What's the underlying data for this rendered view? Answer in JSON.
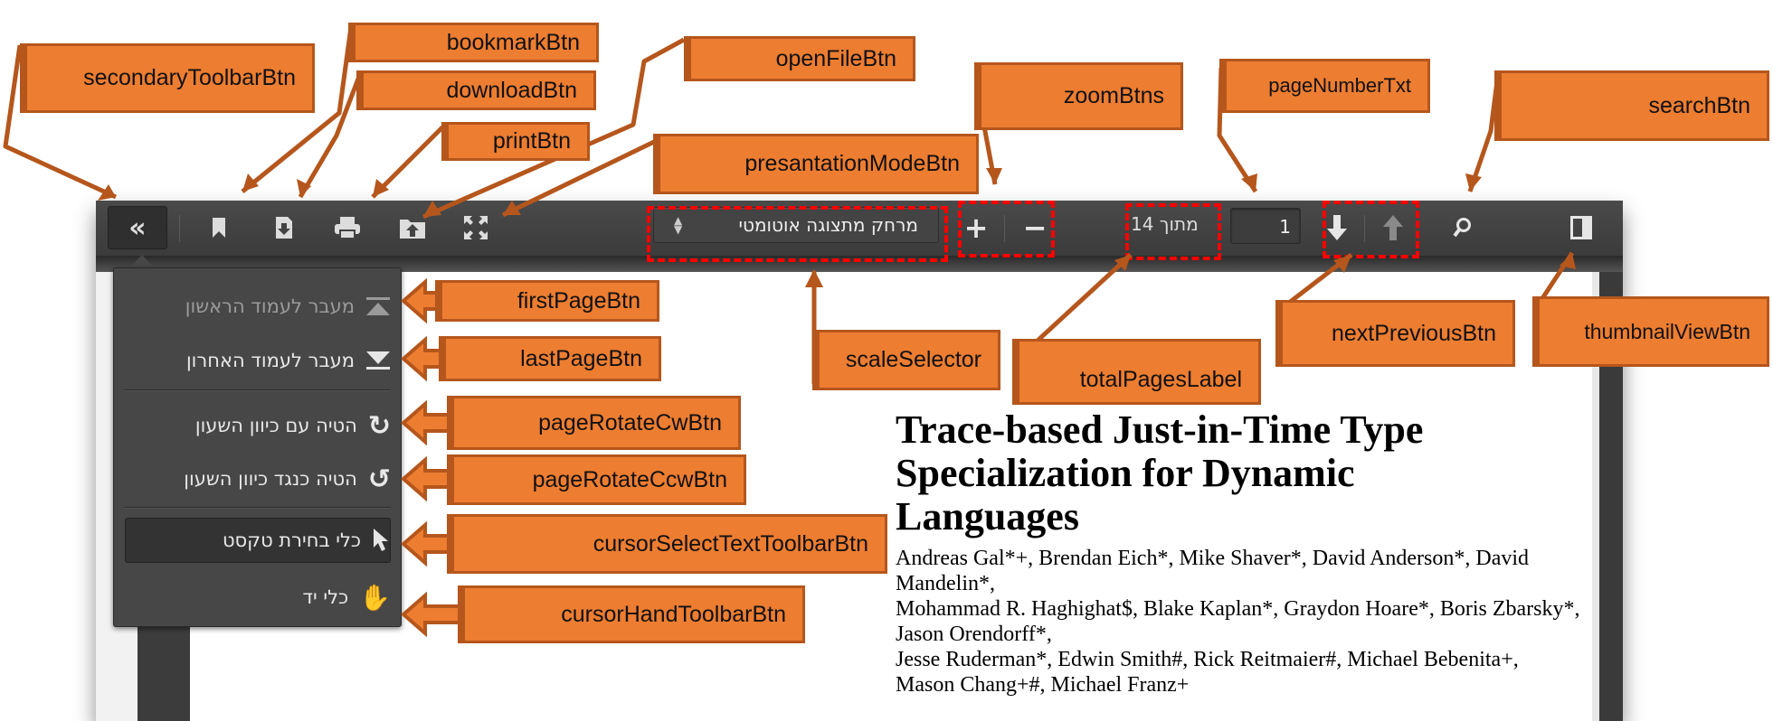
{
  "toolbar": {
    "secondary_toolbar_glyph": "«",
    "scale_value": "מרחק מתצוגה אוטומטי",
    "zoom_in": "+",
    "zoom_out": "−",
    "total_pages": "מתוך 14",
    "page_number": "1"
  },
  "menu": {
    "items": [
      {
        "label": "מעבר לעמוד הראשון",
        "icon": "first-page-icon"
      },
      {
        "label": "מעבר לעמוד האחרון",
        "icon": "last-page-icon"
      },
      {
        "label": "הטיה עם כיוון השעון",
        "icon": "rotate-cw-icon"
      },
      {
        "label": "הטיה כנגד כיוון השעון",
        "icon": "rotate-ccw-icon"
      },
      {
        "label": "כלי בחירת טקסט",
        "icon": "cursor-arrow-icon"
      },
      {
        "label": "כלי יד",
        "icon": "hand-icon"
      }
    ]
  },
  "document": {
    "title_line1": "Trace-based Just-in-Time Type Specialization for Dynamic",
    "title_line2": "Languages",
    "authors_line1": "Andreas Gal*+, Brendan Eich*, Mike Shaver*, David Anderson*, David Mandelin*,",
    "authors_line2": "Mohammad R. Haghighat$, Blake Kaplan*, Graydon Hoare*, Boris Zbarsky*, Jason Orendorff*,",
    "authors_line3": "Jesse Ruderman*, Edwin Smith#, Rick Reitmaier#, Michael Bebenita+, Mason Chang+#, Michael Franz+"
  },
  "callouts": {
    "secondaryToolbarBtn": "secondaryToolbarBtn",
    "bookmarkBtn": "bookmarkBtn",
    "downloadBtn": "downloadBtn",
    "openFileBtn": "openFileBtn",
    "printBtn": "printBtn",
    "presantationModeBtn": "presantationModeBtn",
    "zoomBtns": "zoomBtns",
    "pageNumberTxt": "pageNumberTxt",
    "searchBtn": "searchBtn",
    "firstPageBtn": "firstPageBtn",
    "lastPageBtn": "lastPageBtn",
    "pageRotateCwBtn": "pageRotateCwBtn",
    "pageRotateCcwBtn": "pageRotateCcwBtn",
    "cursorSelectTextToolbarBtn": "cursorSelectTextToolbarBtn",
    "cursorHandToolbarBtn": "cursorHandToolbarBtn",
    "scaleSelector": "scaleSelector",
    "totalPagesLabel": "totalPagesLabel",
    "nextPreviousBtn": "nextPreviousBtn",
    "thumbnailViewBtn": "thumbnailViewBtn"
  },
  "colors": {
    "callout": "#ed7d31",
    "callout_border": "#b5561c",
    "highlight": "#ff0000",
    "toolbar": "#444444"
  }
}
